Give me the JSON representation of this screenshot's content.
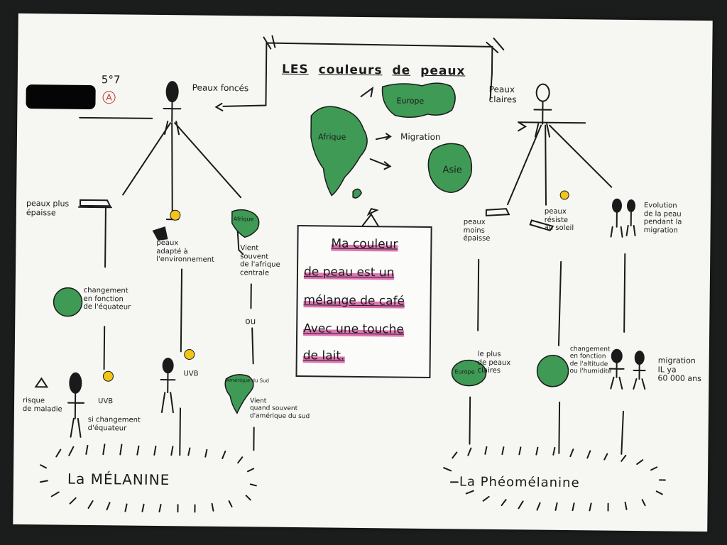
{
  "poster": {
    "title_words": [
      "LES",
      "couleurs",
      "de",
      "peaux"
    ],
    "grade": "5°7",
    "grade_mark": "A",
    "colors": {
      "paper": "#f6f6f3",
      "ink": "#1a1a1a",
      "green": "#3f9a55",
      "highlight": "#d6479a",
      "sun": "#f2c618"
    },
    "left": {
      "figure_label": "Peaux foncés",
      "branches": {
        "epaisse": "peaux plus\népaisse",
        "adapte": "peaux\nadapté à\nl'environnement",
        "vient_afrique": "Vient\nsouvent\nde l'afrique\ncentrale",
        "afrique_small": "Afrique",
        "changement": "changement\nen fonction\nde l'équateur",
        "uvb_figure": "UVB",
        "ou": "ou",
        "vient_amerique": "Vient\nquand souvent\nd'amérique du sud",
        "amerique_small": "Amérique du Sud",
        "risque": "risque\nde maladie",
        "uvb_main": "UVB",
        "si_changement": "si changement\nd'équateur"
      },
      "bottom_label": "La MÉLANINE"
    },
    "center": {
      "maps": {
        "europe": "Europe",
        "afrique": "Afrique",
        "asie": "Asie",
        "migration": "Migration"
      },
      "note_lines": [
        "Ma couleur",
        "de peau est un",
        "mélange de café",
        "Avec une touche",
        "de lait."
      ]
    },
    "right": {
      "figure_label": "Peaux\nclaires",
      "branches": {
        "moins_epaisse": "peaux\nmoins\népaisse",
        "resiste": "peaux\nrésiste\nau soleil",
        "evolution": "Evolution\nde la peau\npendant la\nmigration",
        "plus_claires": "le plus\nde peaux\nclaires",
        "europe_small": "Europe",
        "changement": "changement\nen fonction\nde l'altitude\nou l'humidité",
        "migration_ago": "migration\nIL ya\n60 000 ans"
      },
      "bottom_label": "La Phéomélanine"
    }
  }
}
